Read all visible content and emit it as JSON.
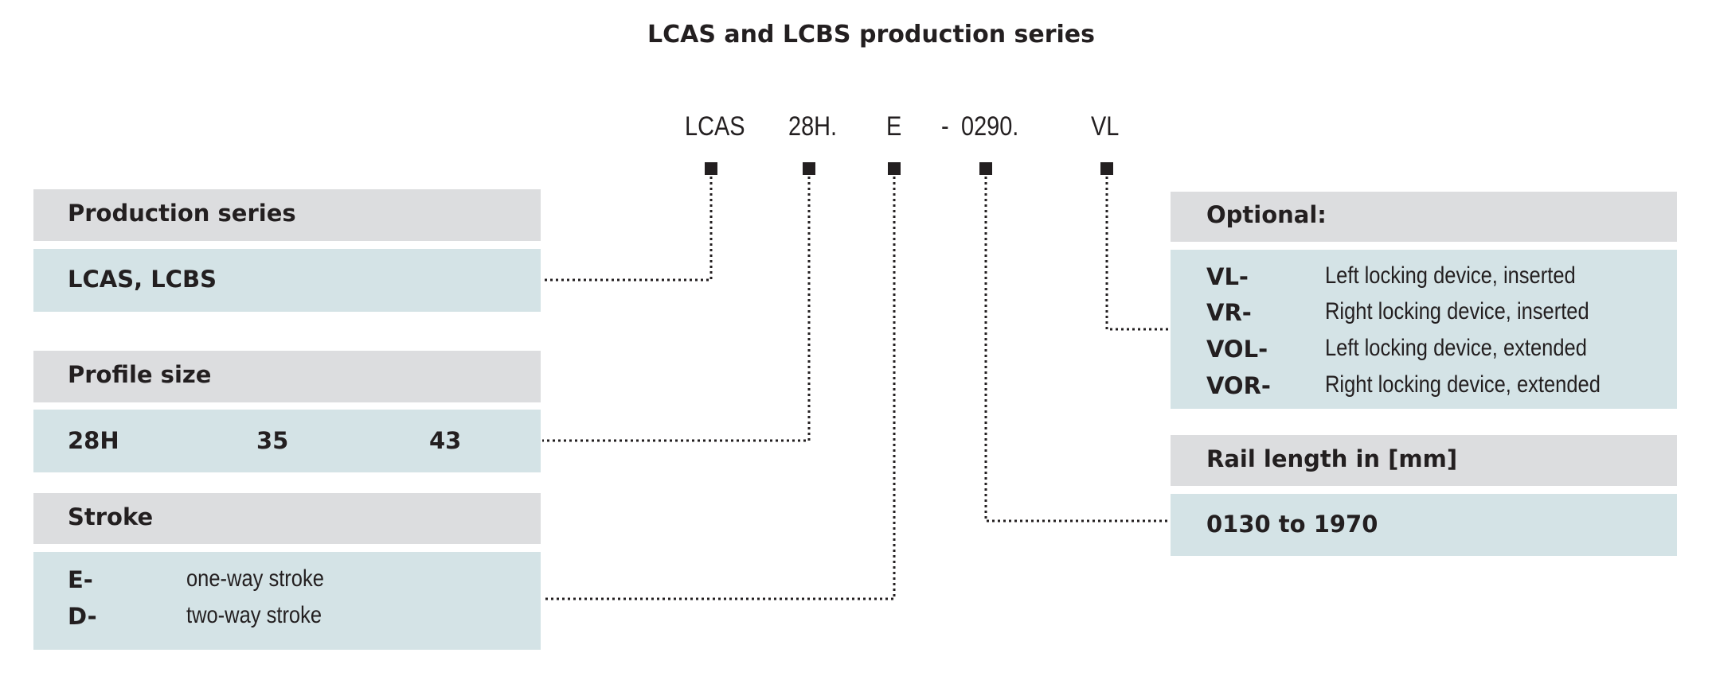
{
  "title": "LCAS and LCBS production series",
  "code": [
    "LCAS",
    "28H.",
    "E",
    "-",
    "0290.",
    "VL"
  ],
  "production_series": {
    "header": "Production series",
    "value": "LCAS, LCBS"
  },
  "profile_size": {
    "header": "Profile size",
    "values": [
      "28H",
      "35",
      "43"
    ]
  },
  "stroke": {
    "header": "Stroke",
    "rows": [
      {
        "code": "E-",
        "desc": "one-way stroke"
      },
      {
        "code": "D-",
        "desc": "two-way stroke"
      }
    ]
  },
  "optional": {
    "header": "Optional:",
    "rows": [
      {
        "code": "VL-",
        "desc": "Left locking device, inserted"
      },
      {
        "code": "VR-",
        "desc": "Right locking device, inserted"
      },
      {
        "code": "VOL-",
        "desc": "Left locking device, extended"
      },
      {
        "code": "VOR-",
        "desc": "Right locking device, extended"
      }
    ]
  },
  "rail_length": {
    "header": "Rail length in [mm]",
    "value": "0130 to 1970"
  },
  "colors": {
    "header_bg": "#dcdddf",
    "value_bg": "#d4e3e6",
    "text": "#231f20"
  }
}
